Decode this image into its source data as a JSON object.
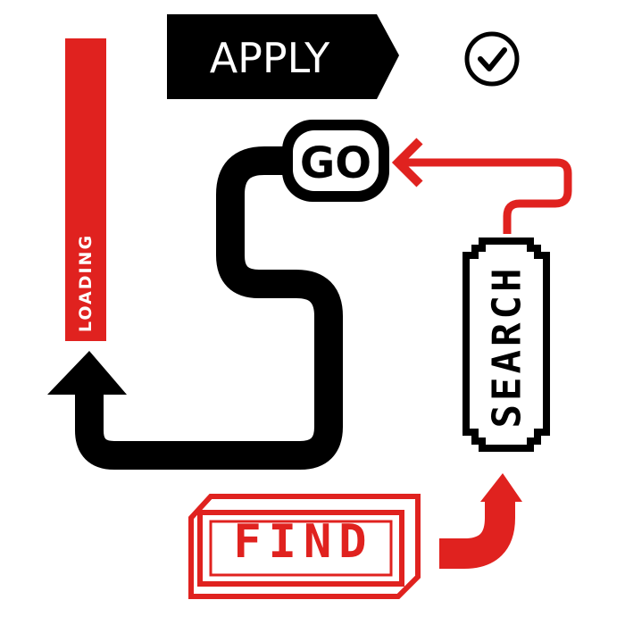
{
  "labels": {
    "apply": "APPLY",
    "go": "GO",
    "loading": "LOADING",
    "search": "SEARCH",
    "find": "FIND"
  },
  "icons": {
    "check": "check-circle-icon",
    "arrows": [
      "arrow-up-icon",
      "arrow-left-icon",
      "curved-arrow-up-icon"
    ]
  },
  "colors": {
    "accent": "#e0221f",
    "ink": "#000000",
    "paper": "#ffffff"
  }
}
